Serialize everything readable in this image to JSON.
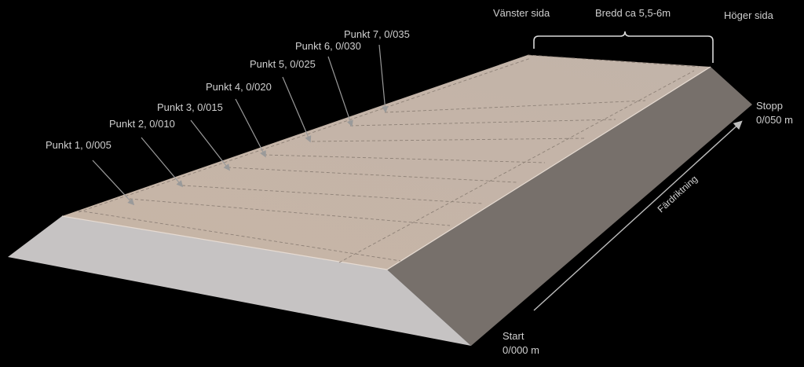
{
  "labels": {
    "left_side": "Vänster sida",
    "width": "Bredd ca 5,5-6m",
    "right_side": "Höger sida",
    "stop_line1": "Stopp",
    "stop_line2": "0/050 m",
    "start_line1": "Start",
    "start_line2": "0/000 m",
    "direction": "Färdriktning"
  },
  "points": [
    {
      "label": "Punkt 1, 0/005"
    },
    {
      "label": "Punkt 2, 0/010"
    },
    {
      "label": "Punkt 3, 0/015"
    },
    {
      "label": "Punkt 4, 0/020"
    },
    {
      "label": "Punkt 5, 0/025"
    },
    {
      "label": "Punkt 6, 0/030"
    },
    {
      "label": "Punkt 7, 0/035"
    }
  ],
  "colors": {
    "background": "#000000",
    "road_top": "#c4b3a5",
    "road_front": "#c6c3c3",
    "road_side": "#77706b",
    "text": "#cfcfcf",
    "arrow": "#9a9a9a"
  }
}
